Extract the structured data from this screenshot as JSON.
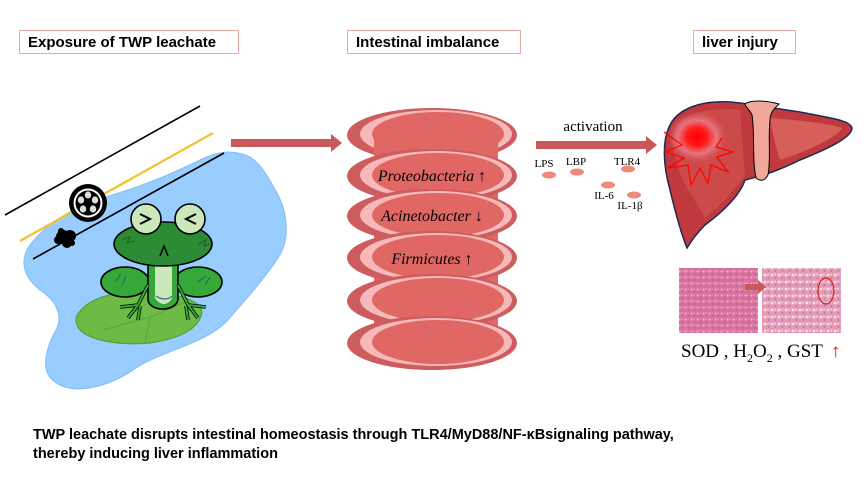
{
  "titles": {
    "exposure": "Exposure of TWP leachate",
    "intestinal": "Intestinal imbalance",
    "liver": "liver injury"
  },
  "bacteria": [
    {
      "name": "Proteobacteria",
      "arrow": "↑"
    },
    {
      "name": "Acinetobacter",
      "arrow": "↓"
    },
    {
      "name": "Firmicutes",
      "arrow": "↑"
    }
  ],
  "activation": {
    "label": "activation",
    "molecules": [
      "LPS",
      "LBP",
      "TLR4",
      "IL-6",
      "IL-1β"
    ]
  },
  "markers": {
    "sod": "SOD",
    "sep1": " , ",
    "h": "H",
    "h_sub": "2",
    "o": "O",
    "o_sub": "2",
    "sep2": " , ",
    "gst": "GST",
    "arrow": "↑"
  },
  "conclusion": {
    "line1": "TWP leachate disrupts intestinal homeostasis through TLR4/MyD88/NF-κBsignaling pathway,",
    "line2": "thereby inducing liver inflammation"
  },
  "colors": {
    "title_border": "#e8a9a9",
    "arrow": "#c9585a",
    "intestine_outer": "#cd5c5e",
    "intestine_rim": "#f6b8b8",
    "intestine_inner": "#e06763",
    "water": "#99ccff",
    "liver": "#c0393c",
    "injury": "#ff0000"
  }
}
